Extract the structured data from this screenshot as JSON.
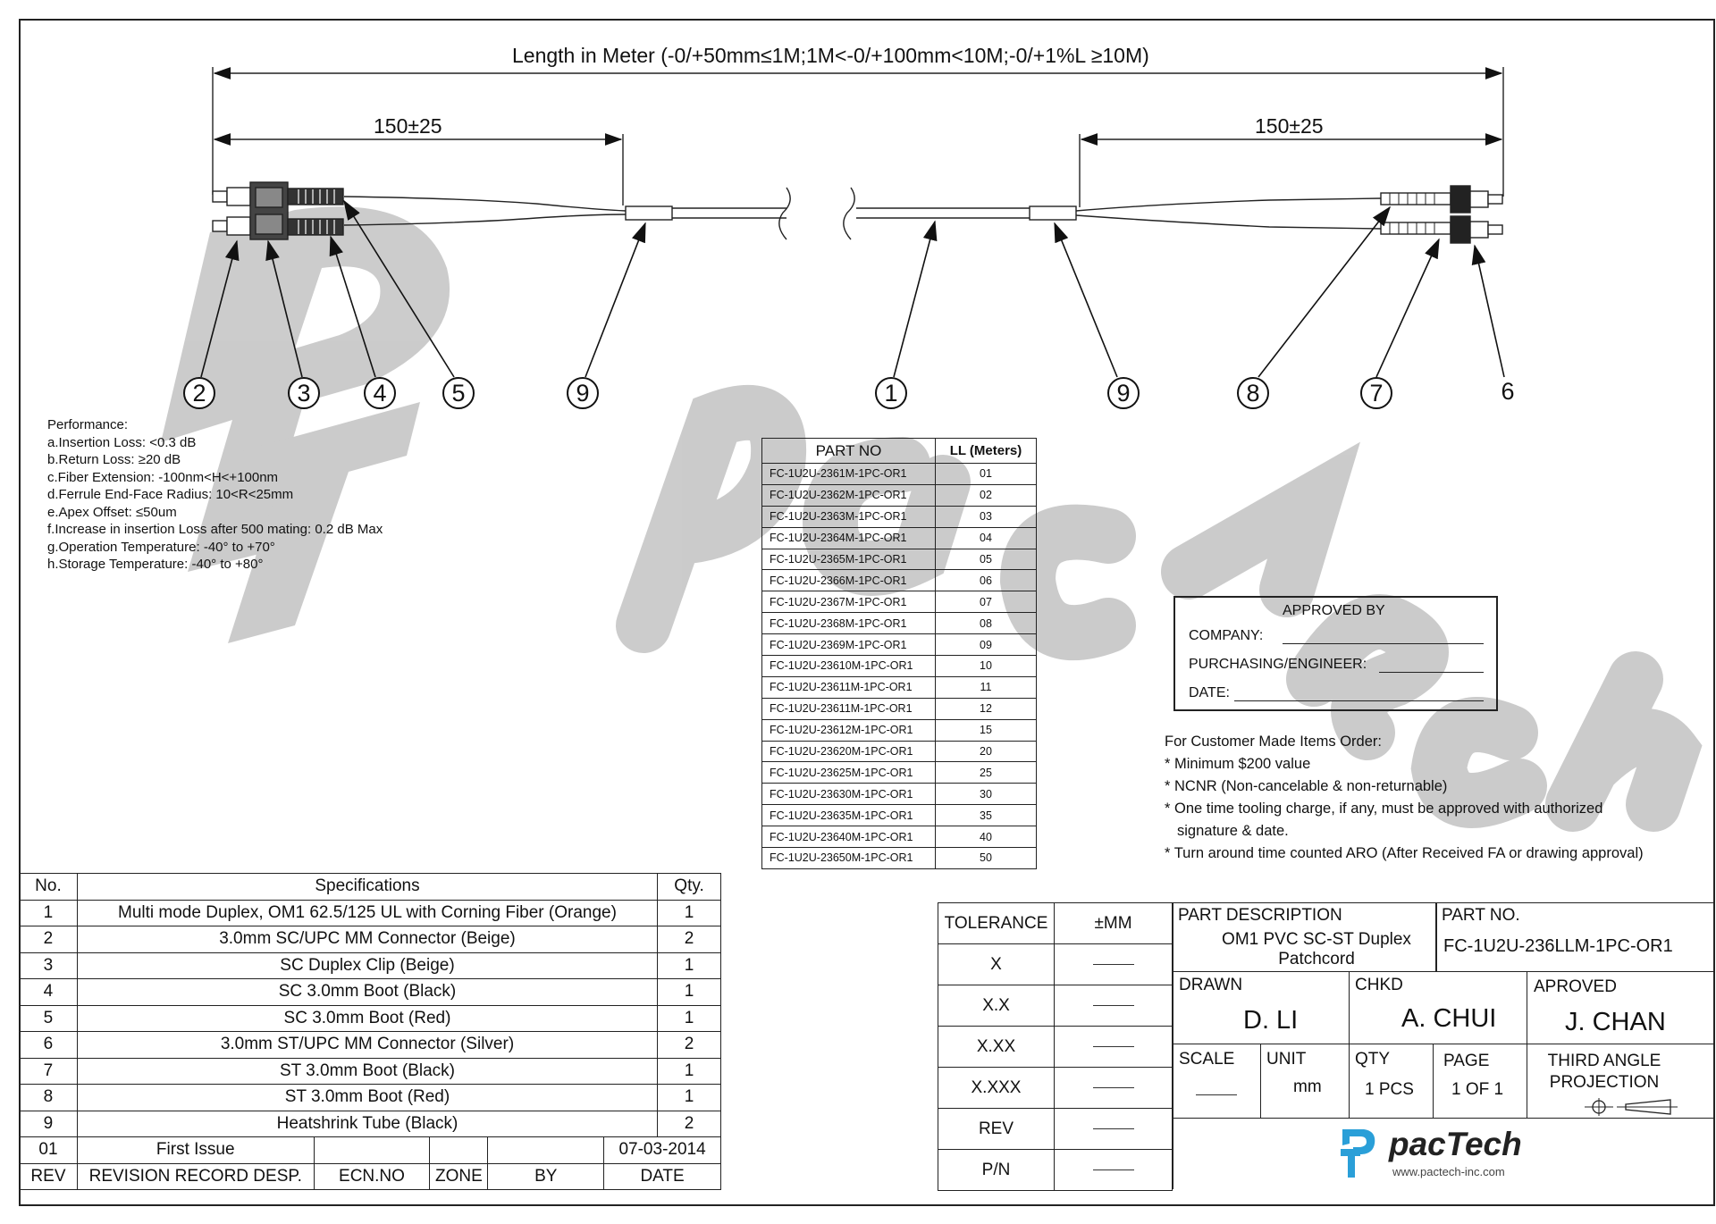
{
  "watermark": {
    "text": "PacTech"
  },
  "drawing": {
    "overall_length": "Length in Meter (-0/+50mm≤1M;1M<-0/+100mm<10M;-0/+1%L ≥10M)",
    "left_breakout": "150±25",
    "right_breakout": "150±25",
    "balloons": [
      "2",
      "3",
      "4",
      "5",
      "9",
      "1",
      "9",
      "8",
      "7",
      "6"
    ]
  },
  "performance": {
    "title": "Performance:",
    "items": [
      "a.Insertion Loss: <0.3 dB",
      "b.Return Loss: ≥20 dB",
      "c.Fiber Extension: -100nm<H<+100nm",
      "d.Ferrule End-Face Radius: 10<R<25mm",
      "e.Apex Offset: ≤50um",
      "f.Increase in insertion Loss after 500 mating: 0.2 dB Max",
      "g.Operation Temperature: -40° to +70°",
      "h.Storage Temperature: -40° to +80°"
    ]
  },
  "part_table": {
    "headers": [
      "PART NO",
      "LL (Meters)"
    ],
    "rows": [
      [
        "FC-1U2U-2361M-1PC-OR1",
        "01"
      ],
      [
        "FC-1U2U-2362M-1PC-OR1",
        "02"
      ],
      [
        "FC-1U2U-2363M-1PC-OR1",
        "03"
      ],
      [
        "FC-1U2U-2364M-1PC-OR1",
        "04"
      ],
      [
        "FC-1U2U-2365M-1PC-OR1",
        "05"
      ],
      [
        "FC-1U2U-2366M-1PC-OR1",
        "06"
      ],
      [
        "FC-1U2U-2367M-1PC-OR1",
        "07"
      ],
      [
        "FC-1U2U-2368M-1PC-OR1",
        "08"
      ],
      [
        "FC-1U2U-2369M-1PC-OR1",
        "09"
      ],
      [
        "FC-1U2U-23610M-1PC-OR1",
        "10"
      ],
      [
        "FC-1U2U-23611M-1PC-OR1",
        "11"
      ],
      [
        "FC-1U2U-23611M-1PC-OR1",
        "12"
      ],
      [
        "FC-1U2U-23612M-1PC-OR1",
        "15"
      ],
      [
        "FC-1U2U-23620M-1PC-OR1",
        "20"
      ],
      [
        "FC-1U2U-23625M-1PC-OR1",
        "25"
      ],
      [
        "FC-1U2U-23630M-1PC-OR1",
        "30"
      ],
      [
        "FC-1U2U-23635M-1PC-OR1",
        "35"
      ],
      [
        "FC-1U2U-23640M-1PC-OR1",
        "40"
      ],
      [
        "FC-1U2U-23650M-1PC-OR1",
        "50"
      ]
    ]
  },
  "approval": {
    "title": "APPROVED BY",
    "company": "COMPANY:",
    "purchasing": "PURCHASING/ENGINEER:",
    "date": "DATE:"
  },
  "customer_notes": {
    "title": "For Customer Made Items Order:",
    "lines": [
      "* Minimum $200 value",
      "* NCNR (Non-cancelable & non-returnable)",
      "* One time tooling charge, if any, must be approved with authorized",
      "signature & date.",
      "* Turn around time counted ARO (After Received FA or drawing approval)"
    ]
  },
  "spec_table": {
    "headers": [
      "No.",
      "Specifications",
      "Qty."
    ],
    "rows": [
      [
        "1",
        "Multi mode Duplex, OM1 62.5/125 UL with Corning Fiber (Orange)",
        "1"
      ],
      [
        "2",
        "3.0mm SC/UPC MM Connector (Beige)",
        "2"
      ],
      [
        "3",
        "SC Duplex Clip (Beige)",
        "1"
      ],
      [
        "4",
        "SC 3.0mm Boot (Black)",
        "1"
      ],
      [
        "5",
        "SC 3.0mm Boot (Red)",
        "1"
      ],
      [
        "6",
        "3.0mm ST/UPC MM Connector (Silver)",
        "2"
      ],
      [
        "7",
        "ST 3.0mm Boot (Black)",
        "1"
      ],
      [
        "8",
        "ST 3.0mm Boot (Red)",
        "1"
      ],
      [
        "9",
        "Heatshrink Tube (Black)",
        "2"
      ]
    ],
    "revision": {
      "rev": "01",
      "desc": "First Issue",
      "ecn": "",
      "zone": "",
      "by": "",
      "date": "07-03-2014"
    },
    "revision_headers": [
      "REV",
      "REVISION RECORD DESP.",
      "ECN.NO",
      "ZONE",
      "BY",
      "DATE"
    ]
  },
  "tolerance": {
    "headers": [
      "TOLERANCE",
      "±MM"
    ],
    "rows": [
      "X",
      "X.X",
      "X.XX",
      "X.XXX",
      "REV",
      "P/N"
    ]
  },
  "title_block": {
    "part_description_label": "PART DESCRIPTION",
    "part_description": "OM1 PVC SC-ST Duplex Patchcord",
    "part_no_label": "PART NO.",
    "part_no": "FC-1U2U-236LLM-1PC-OR1",
    "drawn_label": "DRAWN",
    "drawn": "D. LI",
    "chkd_label": "CHKD",
    "chkd": "A. CHUI",
    "aproved_label": "APROVED",
    "aproved": "J. CHAN",
    "scale_label": "SCALE",
    "unit_label": "UNIT",
    "unit": "mm",
    "qty_label": "QTY",
    "qty": "1 PCS",
    "page_label": "PAGE",
    "page": "1 OF 1",
    "projection_label": "THIRD ANGLE PROJECTION",
    "logo_text": "pacTech",
    "website": "www.pactech-inc.com"
  },
  "colors": {
    "logo_blue": "#2a9fd8",
    "watermark_gray": "#c8c8c8",
    "line": "#222222"
  }
}
